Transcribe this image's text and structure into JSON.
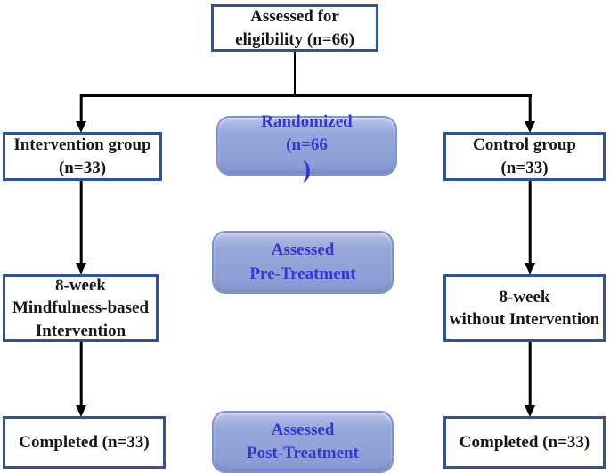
{
  "diagram": {
    "title": "Study flow diagram",
    "colors": {
      "background": "#ffffff",
      "rect_border": "#2e5496",
      "rect_text": "#161616",
      "badge_fill_top": "#b7c0e8",
      "badge_fill_bottom": "#8598d0",
      "badge_border": "#8094cb",
      "badge_text": "#3a33d8",
      "arrow": "#000000"
    },
    "nodes": {
      "eligibility": {
        "line1": "Assessed for",
        "line2": "eligibility (n=66)"
      },
      "intervention_group": {
        "line1": "Intervention group",
        "line2": "(n=33)"
      },
      "control_group": {
        "line1": "Control group",
        "line2": "(n=33)"
      },
      "randomized": {
        "line1": "Randomized",
        "line2_prefix": "(n=66",
        "line2_paren": ")"
      },
      "pre_treatment": {
        "line1": "Assessed",
        "line2": "Pre-Treatment"
      },
      "post_treatment": {
        "line1": "Assessed",
        "line2": "Post-Treatment"
      },
      "intervention_8week": {
        "line1": "8-week",
        "line2": "Mindfulness-based",
        "line3": "Intervention"
      },
      "control_8week": {
        "line1": "8-week",
        "line2": "without Intervention"
      },
      "completed_left": {
        "line1": "Completed (n=33)"
      },
      "completed_right": {
        "line1": "Completed (n=33)"
      }
    }
  }
}
